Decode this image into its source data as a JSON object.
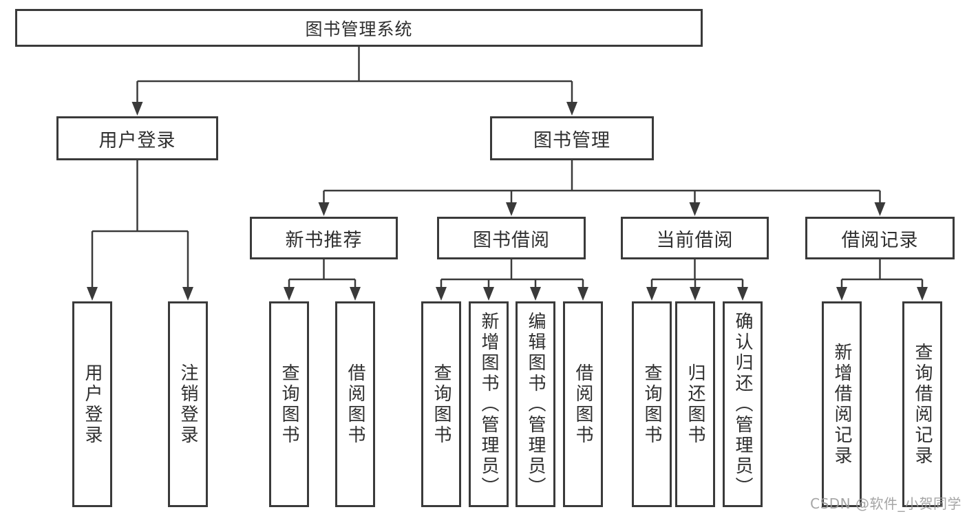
{
  "diagram": {
    "type": "tree",
    "root": {
      "label": "图书管理系统",
      "children": [
        {
          "label": "用户登录",
          "children": [
            {
              "label": "用户登录"
            },
            {
              "label": "注销登录"
            }
          ]
        },
        {
          "label": "图书管理",
          "children": [
            {
              "label": "新书推荐",
              "children": [
                {
                  "label": "查询图书"
                },
                {
                  "label": "借阅图书"
                }
              ]
            },
            {
              "label": "图书借阅",
              "children": [
                {
                  "label": "查询图书"
                },
                {
                  "label": "新增图书（管理员）"
                },
                {
                  "label": "编辑图书（管理员）"
                },
                {
                  "label": "借阅图书"
                }
              ]
            },
            {
              "label": "当前借阅",
              "children": [
                {
                  "label": "查询图书"
                },
                {
                  "label": "归还图书"
                },
                {
                  "label": "确认归还（管理员）"
                }
              ]
            },
            {
              "label": "借阅记录",
              "children": [
                {
                  "label": "新增借阅记录"
                },
                {
                  "label": "查询借阅记录"
                }
              ]
            }
          ]
        }
      ]
    }
  },
  "watermark": {
    "text": "CSDN @软件_小贺同学"
  },
  "colors": {
    "line": "#3a3a3a",
    "text": "#2f2f2f",
    "background": "#ffffff",
    "watermark": "#9b9b9b"
  }
}
